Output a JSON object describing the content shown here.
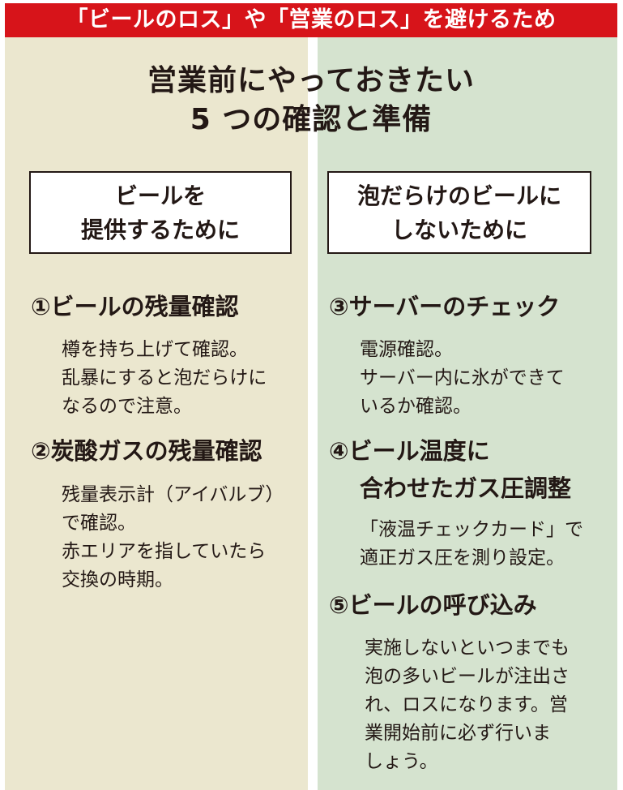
{
  "banner": "「ビールのロス」や「営業のロス」を避けるため",
  "title": {
    "line1": "営業前にやっておきたい",
    "line2": "5 つの確認と準備"
  },
  "left_box": {
    "line1": "ビールを",
    "line2": "提供するために"
  },
  "right_box": {
    "line1": "泡だらけのビールに",
    "line2": "しないために"
  },
  "items": [
    {
      "number": "①",
      "heading": "ビールの残量確認",
      "body": [
        "樽を持ち上げて確認。",
        "乱暴にすると泡だらけに",
        "なるので注意。"
      ]
    },
    {
      "number": "②",
      "heading": "炭酸ガスの残量確認",
      "body": [
        "残量表示計（アイバルブ）",
        "で確認。",
        "赤エリアを指していたら",
        "交換の時期。"
      ]
    },
    {
      "number": "③",
      "heading": "サーバーのチェック",
      "body": [
        "電源確認。",
        "サーバー内に氷ができて",
        "いるか確認。"
      ]
    },
    {
      "number": "④",
      "heading": "ビール温度に",
      "heading2": "合わせたガス圧調整",
      "body": [
        "「液温チェックカード」で",
        "適正ガス圧を測り設定。"
      ]
    },
    {
      "number": "⑤",
      "heading": "ビールの呼び込み",
      "body": [
        "実施しないといつまでも",
        "泡の多いビールが注出さ",
        "れ、ロスになります。営",
        "業開始前に必ず行いま",
        "しょう。"
      ]
    }
  ],
  "colors": {
    "banner": "#d7141a",
    "left_column": "#ebe7cf",
    "right_column": "#d5e3cf",
    "text": "#231815"
  }
}
